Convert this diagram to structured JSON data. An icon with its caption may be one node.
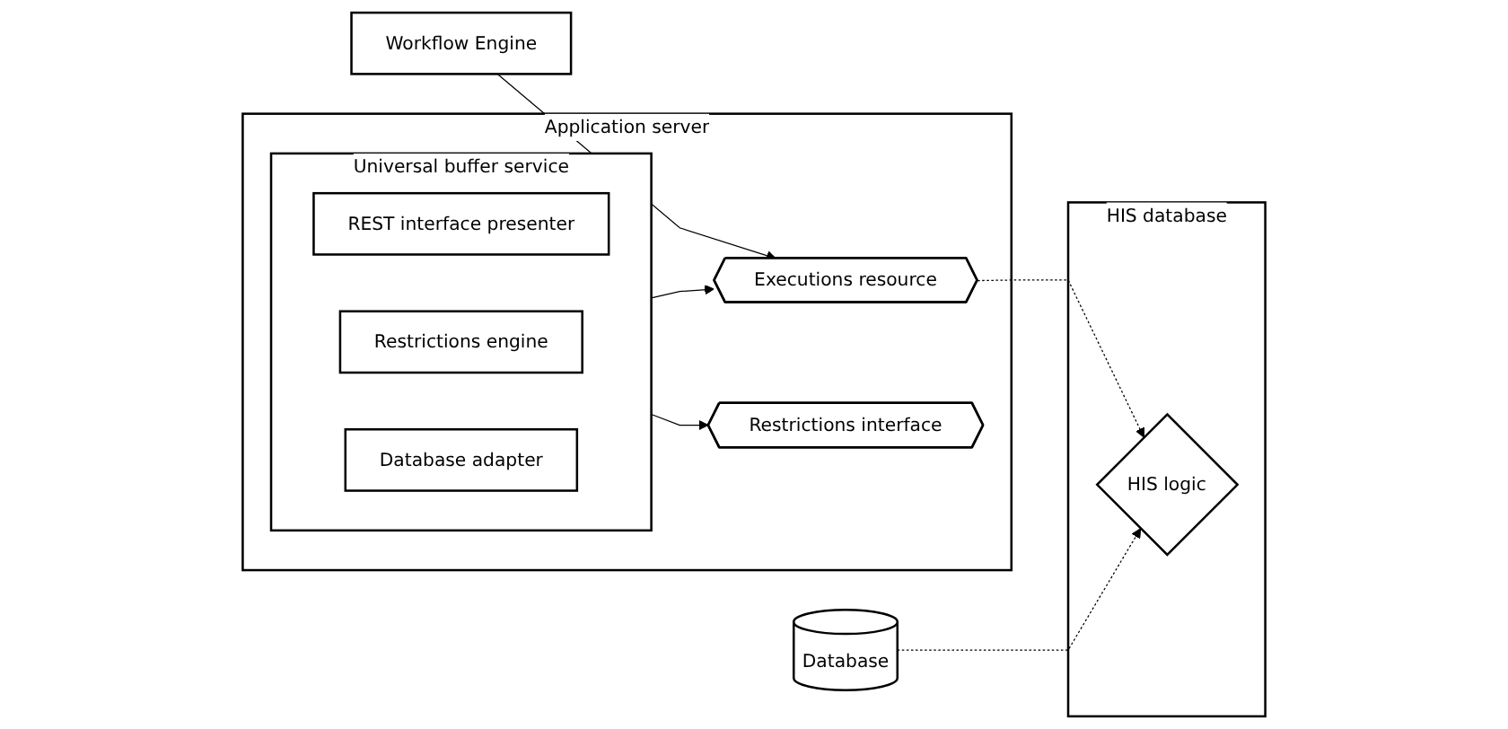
{
  "diagram": {
    "nodes": [
      {
        "text": [
          "Workflow Engine"
        ]
      },
      {
        "text": [
          "Application server"
        ]
      },
      {
        "text": [
          "Executions resource"
        ],
        "in": 1
      },
      {
        "text": [
          "Restrictions interface"
        ],
        "in": 1
      },
      {
        "text": [
          "Universal buffer service"
        ],
        "in": 1
      },
      {
        "text": [
          "REST interface presenter"
        ],
        "in": 4
      },
      {
        "text": [
          "Restrictions engine"
        ],
        "in": 4
      },
      {
        "text": [
          "Database adapter"
        ],
        "in": 4
      },
      {
        "text": [
          "HIS database"
        ]
      },
      {
        "text": [
          "HIS logic"
        ],
        "in": 8
      },
      {
        "text": [
          "Database"
        ]
      }
    ],
    "edges": [
      {
        "from": 0,
        "to": 2,
        "arrow": "to"
      },
      {
        "from": 4,
        "to": 3,
        "arrow": "to"
      },
      {
        "from": 4,
        "to": 2,
        "arrow": "to"
      },
      {
        "from": 2,
        "to": 9,
        "arrow": "to",
        "style": "dashed"
      },
      {
        "from": 10,
        "to": 9,
        "arrow": "to",
        "style": "dashed"
      }
    ]
  }
}
